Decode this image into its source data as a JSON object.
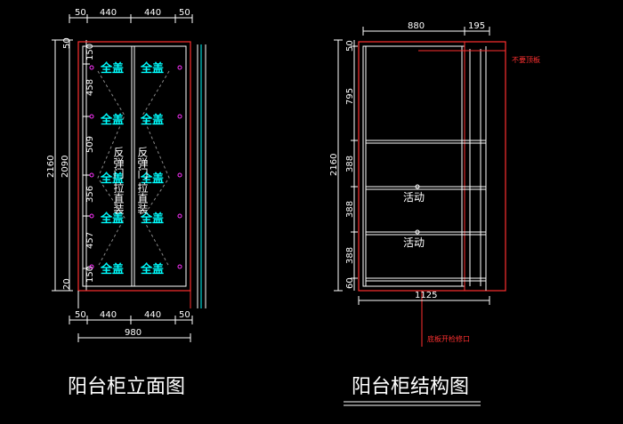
{
  "left_view": {
    "title": "阳台柜立面图",
    "top_dims": [
      "50",
      "440",
      "440",
      "50"
    ],
    "bottom_dims": [
      "50",
      "440",
      "440",
      "50"
    ],
    "total_width": "980",
    "outer_height": "2160",
    "inner_height": "2090",
    "row_dims": [
      "50",
      "150",
      "458",
      "509",
      "356",
      "457",
      "150",
      "20"
    ],
    "panel_label": "全盖",
    "door_text": "反弹门",
    "door_text2": "拉直装"
  },
  "right_view": {
    "title": "阳台柜结构图",
    "top_dims": [
      "880",
      "195"
    ],
    "total_width": "1125",
    "outer_height": "2160",
    "row_dims": [
      "50",
      "795",
      "388",
      "388",
      "388",
      "60"
    ],
    "shelf_label_1": "活动",
    "shelf_label_2": "活动",
    "note_top": "不要顶板",
    "note_bottom": "底板开检修口"
  },
  "colors": {
    "background": "#000000",
    "line": "#ffffff",
    "frame": "#ff3030",
    "accent": "#00ffff",
    "marker": "#ff33ff"
  }
}
